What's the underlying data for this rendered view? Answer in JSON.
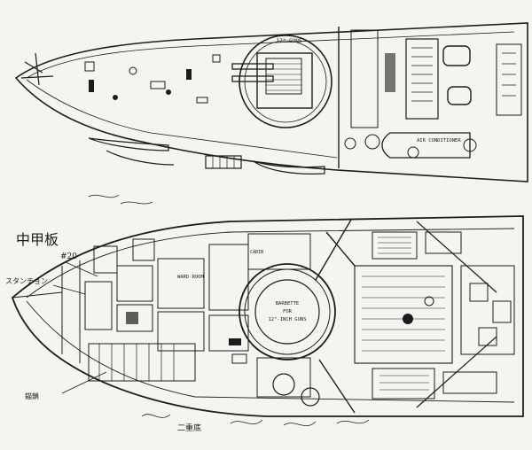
{
  "upper_deck": {
    "turret_label": "12\" GUNS",
    "stern_label": "AIR CONDITIONER"
  },
  "lower_deck": {
    "deck_name_handwritten": "中甲板",
    "frame_number": "#20",
    "bow_note": "スタンチョン",
    "room_label": "WARD ROOM",
    "barbette_line1": "BARBETTE",
    "barbette_line2": "FOR",
    "barbette_line3": "12\"-INCH GUNS",
    "compartment_label": "CABIN",
    "sketch_note_left": "錨鎖",
    "sketch_note_bottom": "二重底"
  },
  "colors": {
    "ink": "#1c1c1c",
    "paper": "#f4f4f0"
  }
}
